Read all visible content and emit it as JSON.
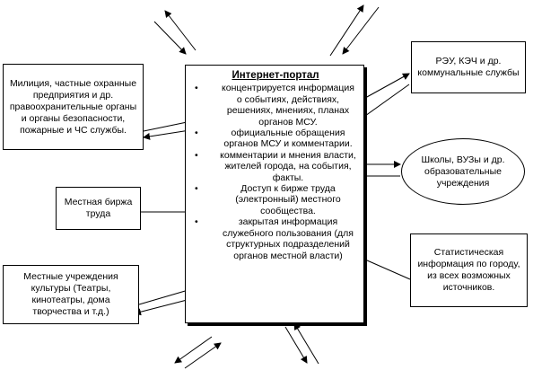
{
  "portal": {
    "title": "Интернет-портал",
    "items": [
      "концентрируется информация о событиях, действиях, решениях, мнениях, планах органов МСУ.",
      "официальные обращения органов МСУ и комментарии.",
      "комментарии и мнения власти, жителей города, на события, факты.",
      "Доступ к бирже труда (электронный) местного сообщества.",
      "закрытая информация служебного пользования (для структурных подразделений органов местной власти)"
    ]
  },
  "nodes": {
    "police": "Милиция, частные охранные предприятия и др. правоохранительные органы и органы безопасности, пожарные и ЧС службы.",
    "labor": "Местная биржа труда",
    "culture": "Местные учреждения культуры (Театры, кинотеатры, дома творчества и т.д.)",
    "utilities": "РЭУ, КЭЧ и др. коммунальные службы",
    "schools": "Школы, ВУЗы и др. образовательные учреждения",
    "statistics": "Статистическая информация по городу, из всех возможных источников."
  }
}
